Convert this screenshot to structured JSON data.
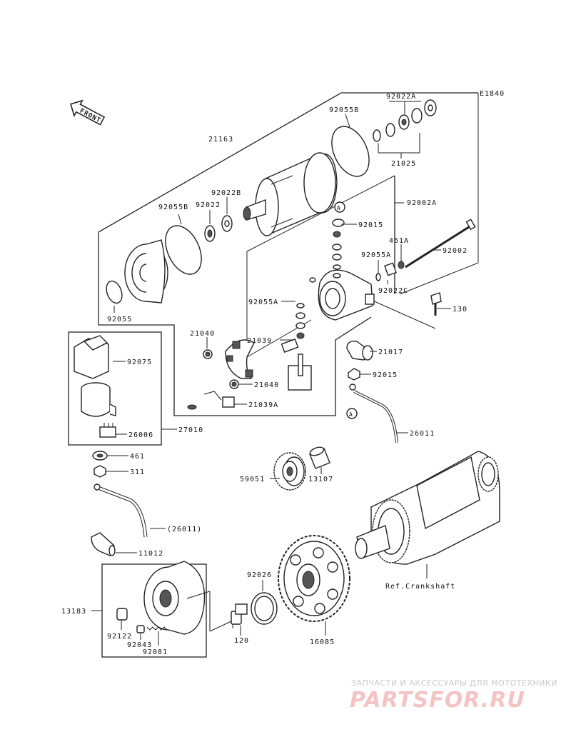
{
  "diagram_code": "E1840",
  "front_label": "FRONT",
  "labels": {
    "l_92022A": "92022A",
    "l_92055B_top": "92055B",
    "l_21163": "21163",
    "l_92022B": "92022B",
    "l_92055B": "92055B",
    "l_92022": "92022",
    "l_92002A": "92002A",
    "l_92015_top": "92015",
    "l_21025": "21025",
    "l_461A": "461A",
    "l_92055A_r": "92055A",
    "l_92002": "92002",
    "l_92022C": "92022C",
    "l_92055": "92055",
    "l_92055A_l": "92055A",
    "l_130": "130",
    "l_21040_a": "21040",
    "l_21039": "21039",
    "l_21017": "21017",
    "l_92075": "92075",
    "l_92015_b": "92015",
    "l_21040_b": "21040",
    "l_21039A": "21039A",
    "l_26006": "26006",
    "l_27010": "27010",
    "l_26011": "26011",
    "l_461": "461",
    "l_311": "311",
    "l_59051": "59051",
    "l_13107": "13107",
    "l_26011p": "(26011)",
    "l_11012": "11012",
    "l_92026": "92026",
    "l_ref": "Ref.Crankshaft",
    "l_13183": "13183",
    "l_92122": "92122",
    "l_92043": "92043",
    "l_92081": "92081",
    "l_120": "120",
    "l_16085": "16085",
    "callout_a1": "A",
    "callout_a2": "A"
  },
  "watermark": {
    "tagline": "ЗАПЧАСТИ И АКСЕССУАРЫ ДЛЯ МОТОТЕХНИКИ",
    "logo": "PARTSFOR.RU"
  }
}
